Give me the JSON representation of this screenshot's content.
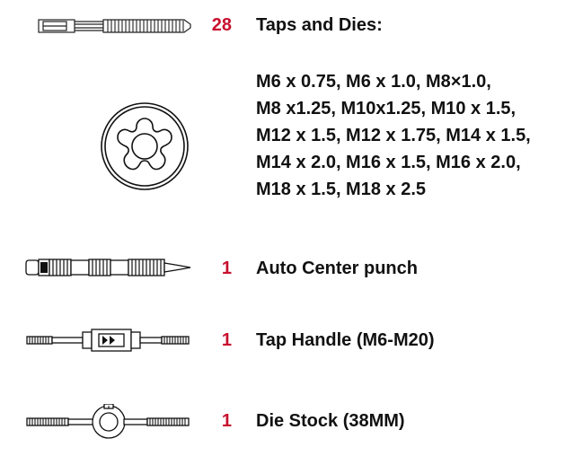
{
  "items": [
    {
      "icon": "tap-icon",
      "quantity": "28",
      "label": "Taps and Dies:"
    },
    {
      "icon": "center-punch-icon",
      "quantity": "1",
      "label": "Auto Center punch"
    },
    {
      "icon": "tap-handle-icon",
      "quantity": "1",
      "label": "Tap Handle (M6-M20)"
    },
    {
      "icon": "die-stock-icon",
      "quantity": "1",
      "label": "Die Stock (38MM)"
    }
  ],
  "sizes": [
    "M6 x 0.75, M6 x 1.0, M8×1.0,",
    "M8 x1.25, M10x1.25, M10 x 1.5,",
    "M12 x 1.5, M12 x 1.75, M14 x 1.5,",
    "M14 x 2.0, M16 x 1.5, M16 x 2.0,",
    "M18 x 1.5, M18 x 2.5"
  ],
  "die_icon": "round-die-icon",
  "colors": {
    "quantity": "#c8102e",
    "text": "#111111"
  }
}
